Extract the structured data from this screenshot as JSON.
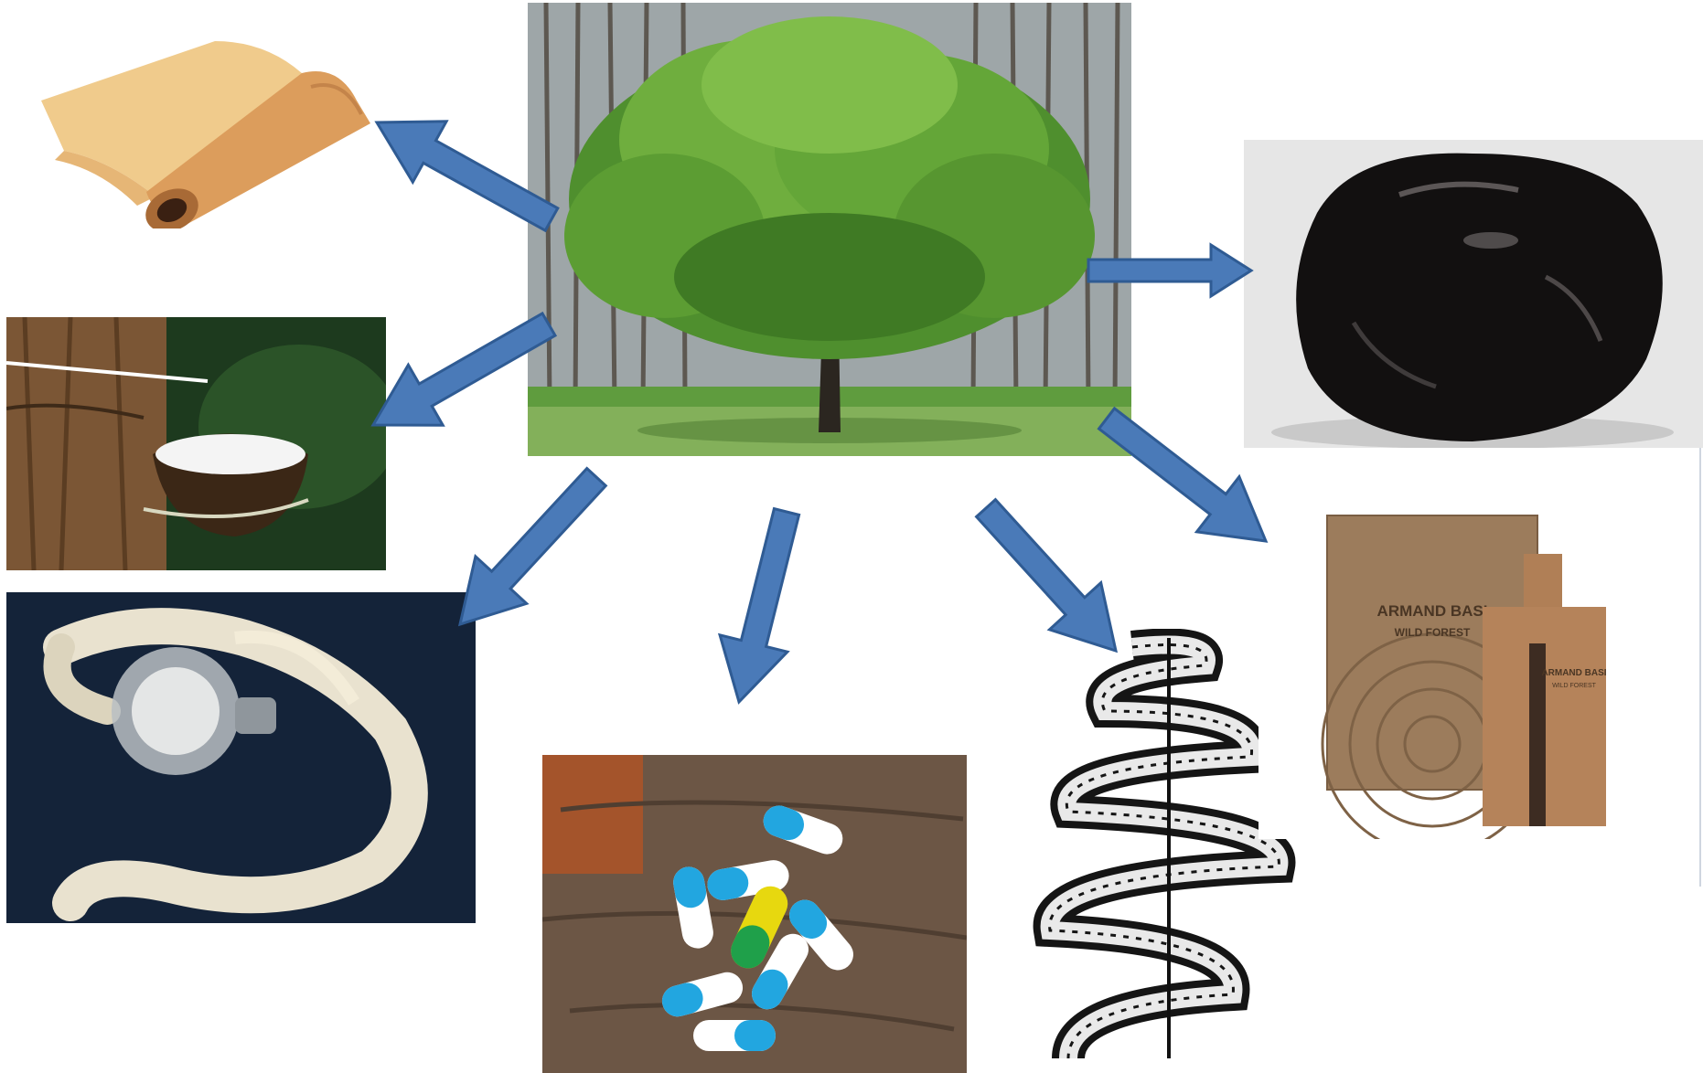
{
  "perfume_box": {
    "brand": "ARMAND BASI",
    "line": "WILD FOREST"
  },
  "perfume_bottle": {
    "brand": "ARMAND BASI",
    "line": "WILD FOREST"
  },
  "colors": {
    "arrow": "#4a7ab8",
    "arrow_outline": "#2f5b93",
    "background": "#ffffff"
  }
}
